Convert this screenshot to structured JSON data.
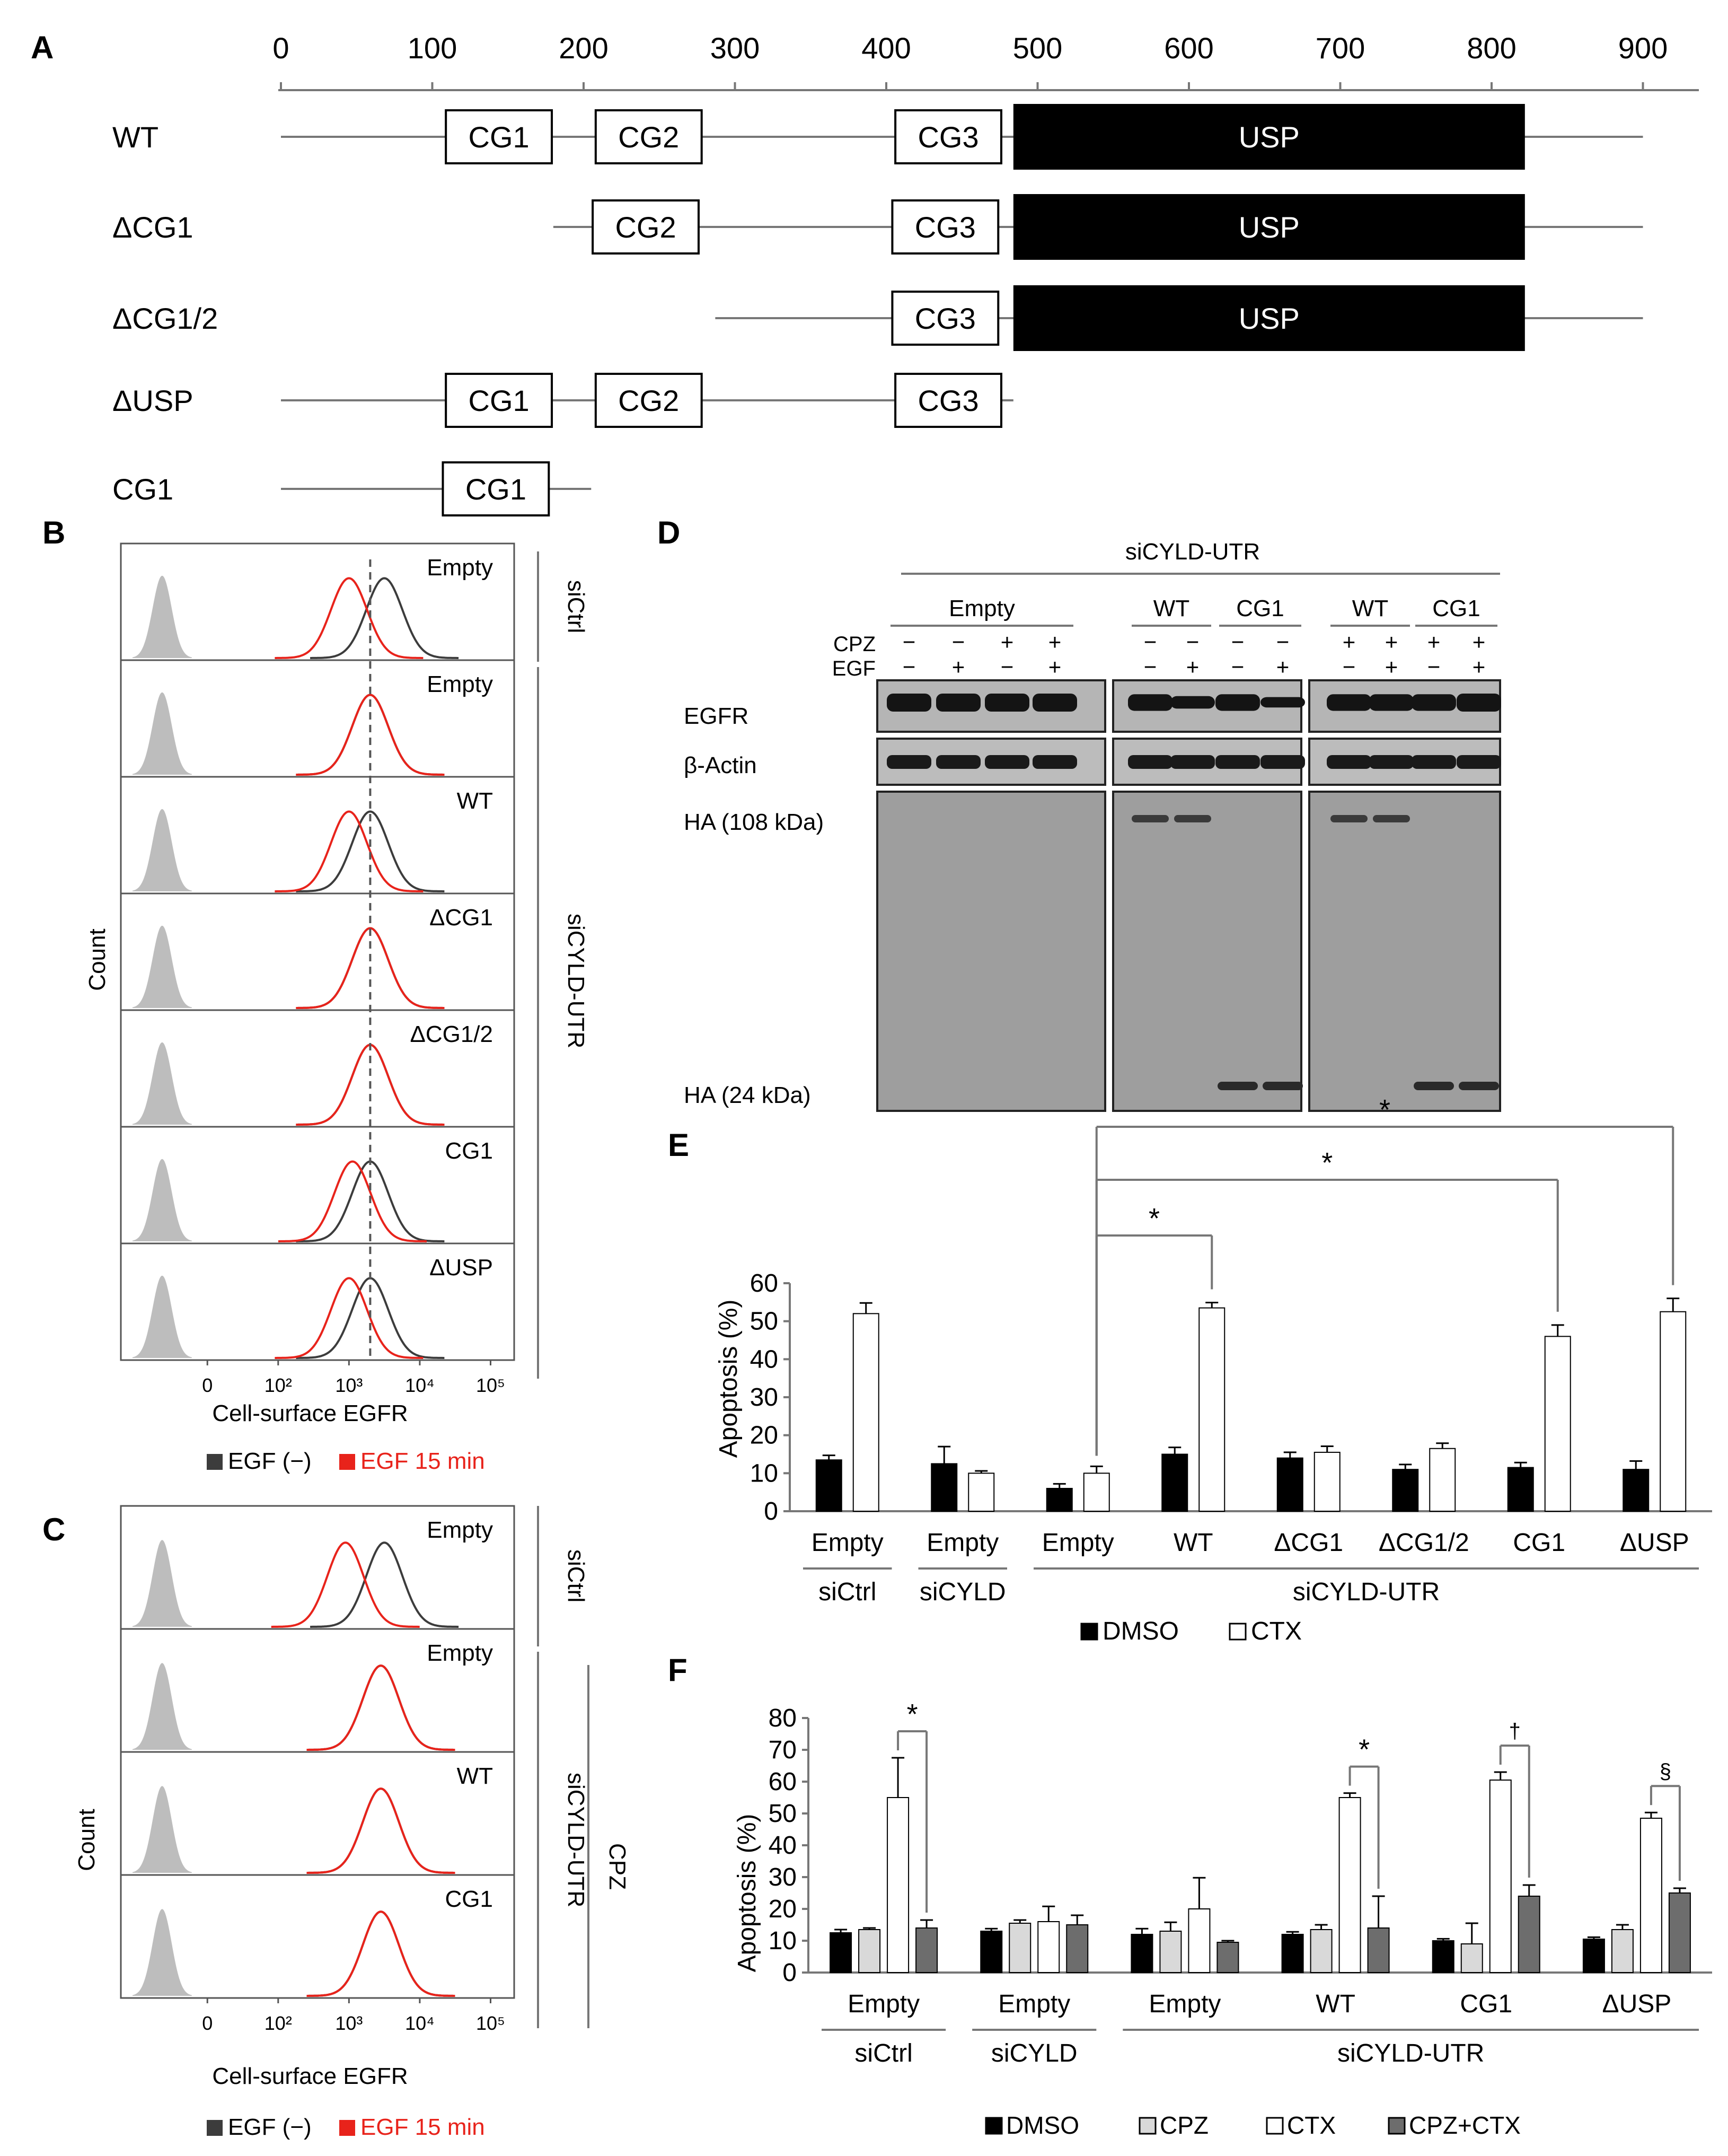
{
  "panelA": {
    "label": "A",
    "axis": {
      "ticks": [
        "0",
        "100",
        "200",
        "300",
        "400",
        "500",
        "600",
        "700",
        "800",
        "900"
      ]
    },
    "constructs": [
      {
        "name": "WT",
        "line": [
          0,
          900
        ],
        "boxes": [
          {
            "label": "CG1",
            "start": 109,
            "end": 179
          },
          {
            "label": "CG2",
            "start": 208,
            "end": 278
          },
          {
            "label": "CG3",
            "start": 406,
            "end": 476
          },
          {
            "label": "USP",
            "start": 484,
            "end": 822,
            "filled": true
          }
        ]
      },
      {
        "name": "ΔCG1",
        "line": [
          180,
          900
        ],
        "boxes": [
          {
            "label": "CG2",
            "start": 206,
            "end": 276
          },
          {
            "label": "CG3",
            "start": 404,
            "end": 474
          },
          {
            "label": "USP",
            "start": 484,
            "end": 822,
            "filled": true
          }
        ]
      },
      {
        "name": "ΔCG1/2",
        "line": [
          287,
          900
        ],
        "boxes": [
          {
            "label": "CG3",
            "start": 404,
            "end": 474
          },
          {
            "label": "USP",
            "start": 484,
            "end": 822,
            "filled": true
          }
        ]
      },
      {
        "name": "ΔUSP",
        "line": [
          0,
          484
        ],
        "boxes": [
          {
            "label": "CG1",
            "start": 109,
            "end": 179
          },
          {
            "label": "CG2",
            "start": 208,
            "end": 278
          },
          {
            "label": "CG3",
            "start": 406,
            "end": 476
          }
        ]
      },
      {
        "name": "CG1",
        "line": [
          0,
          205
        ],
        "boxes": [
          {
            "label": "CG1",
            "start": 107,
            "end": 177
          }
        ]
      }
    ]
  },
  "panelB": {
    "label": "B",
    "ylabel": "Count",
    "xlabel": "Cell-surface EGFR",
    "xticks": [
      "0",
      "10²",
      "10³",
      "10⁴",
      "10⁵"
    ],
    "group_siCtrl": "siCtrl",
    "group_siCYLD": "siCYLD-UTR",
    "rows": [
      {
        "label": "Empty",
        "ctrl_peak": 3.5,
        "egf_peak": 3.0
      },
      {
        "label": "Empty",
        "ctrl_peak": 3.3,
        "egf_peak": 3.3
      },
      {
        "label": "WT",
        "ctrl_peak": 3.3,
        "egf_peak": 3.0
      },
      {
        "label": "ΔCG1",
        "ctrl_peak": 3.3,
        "egf_peak": 3.3
      },
      {
        "label": "ΔCG1/2",
        "ctrl_peak": 3.3,
        "egf_peak": 3.3
      },
      {
        "label": "CG1",
        "ctrl_peak": 3.3,
        "egf_peak": 3.05
      },
      {
        "label": "ΔUSP",
        "ctrl_peak": 3.3,
        "egf_peak": 3.0
      }
    ],
    "legend": {
      "ctrl": "EGF (−)",
      "egf": "EGF 15 min"
    }
  },
  "panelC": {
    "label": "C",
    "ylabel": "Count",
    "xlabel": "Cell-surface EGFR",
    "xticks": [
      "0",
      "10²",
      "10³",
      "10⁴",
      "10⁵"
    ],
    "group_siCtrl": "siCtrl",
    "group_siCYLD": "siCYLD-UTR",
    "group_cpz": "CPZ",
    "rows": [
      {
        "label": "Empty",
        "ctrl_peak": 3.5,
        "egf_peak": 2.95
      },
      {
        "label": "Empty",
        "ctrl_peak": 3.45,
        "egf_peak": 3.45
      },
      {
        "label": "WT",
        "ctrl_peak": 3.45,
        "egf_peak": 3.45
      },
      {
        "label": "CG1",
        "ctrl_peak": 3.45,
        "egf_peak": 3.45
      }
    ],
    "legend": {
      "ctrl": "EGF (−)",
      "egf": "EGF 15 min"
    }
  },
  "panelD": {
    "label": "D",
    "top_group": "siCYLD-UTR",
    "groups": [
      "Empty",
      "WT",
      "CG1",
      "WT",
      "CG1"
    ],
    "rows": {
      "cpz": "CPZ",
      "egf": "EGF"
    },
    "cpz_signs": [
      "−",
      "−",
      "+",
      "+",
      "−",
      "−",
      "−",
      "−",
      "+",
      "+",
      "+",
      "+"
    ],
    "egf_signs": [
      "−",
      "+",
      "−",
      "+",
      "−",
      "+",
      "−",
      "+",
      "−",
      "+",
      "−",
      "+"
    ],
    "bands": [
      "EGFR",
      "β-Actin"
    ],
    "ha_labels": [
      "HA (108 kDa)",
      "HA (24 kDa)"
    ]
  },
  "panelE": {
    "label": "E",
    "chart_data": {
      "type": "bar",
      "ylabel": "Apoptosis (%)",
      "ylim": [
        0,
        60
      ],
      "yticks": [
        "0",
        "10",
        "20",
        "30",
        "40",
        "50",
        "60"
      ],
      "categories": [
        "Empty",
        "Empty",
        "Empty",
        "WT",
        "ΔCG1",
        "ΔCG1/2",
        "CG1",
        "ΔUSP"
      ],
      "groups": [
        {
          "label": "siCtrl",
          "span": [
            0,
            0
          ]
        },
        {
          "label": "siCYLD",
          "span": [
            1,
            1
          ]
        },
        {
          "label": "siCYLD-UTR",
          "span": [
            2,
            7
          ]
        }
      ],
      "series": [
        {
          "name": "DMSO",
          "color": "#000000",
          "values": [
            13.5,
            12.5,
            6,
            15,
            14,
            11,
            11.5,
            11
          ],
          "errors": [
            1.2,
            4.5,
            1.2,
            1.8,
            1.5,
            1.3,
            1.3,
            2.2
          ]
        },
        {
          "name": "CTX",
          "color": "#ffffff",
          "values": [
            52,
            10,
            10,
            53.5,
            15.5,
            16.5,
            46,
            52.5
          ],
          "errors": [
            2.8,
            0.6,
            1.8,
            1.4,
            1.6,
            1.4,
            3,
            3.5
          ]
        }
      ],
      "significance": [
        {
          "label": "*",
          "from": 2,
          "to": 3
        },
        {
          "label": "*",
          "from": 2,
          "to": 6
        },
        {
          "label": "*",
          "from": 2,
          "to": 7
        }
      ]
    }
  },
  "panelF": {
    "label": "F",
    "chart_data": {
      "type": "bar",
      "ylabel": "Apoptosis (%)",
      "ylim": [
        0,
        80
      ],
      "yticks": [
        "0",
        "10",
        "20",
        "30",
        "40",
        "50",
        "60",
        "70",
        "80"
      ],
      "categories": [
        "Empty",
        "Empty",
        "Empty",
        "WT",
        "CG1",
        "ΔUSP"
      ],
      "groups": [
        {
          "label": "siCtrl",
          "span": [
            0,
            0
          ]
        },
        {
          "label": "siCYLD",
          "span": [
            1,
            1
          ]
        },
        {
          "label": "siCYLD-UTR",
          "span": [
            2,
            5
          ]
        }
      ],
      "series": [
        {
          "name": "DMSO",
          "color": "#000000",
          "values": [
            12.5,
            13,
            12,
            12,
            10,
            10.5
          ],
          "errors": [
            1,
            0.8,
            1.8,
            0.8,
            0.6,
            0.6
          ]
        },
        {
          "name": "CPZ",
          "color": "#d9d9d9",
          "values": [
            13.5,
            15.5,
            13,
            13.5,
            9,
            13.5
          ],
          "errors": [
            0.5,
            1,
            2.8,
            1.5,
            6.5,
            1.5
          ]
        },
        {
          "name": "CTX",
          "color": "#ffffff",
          "values": [
            55,
            16,
            20,
            55,
            60.5,
            48.5
          ],
          "errors": [
            12.5,
            4.8,
            9.8,
            1.4,
            2.5,
            1.8
          ]
        },
        {
          "name": "CPZ+CTX",
          "color": "#6d6d6d",
          "values": [
            14,
            15,
            9.5,
            14,
            24,
            25
          ],
          "errors": [
            2.5,
            3,
            0.5,
            10,
            3.5,
            1.5
          ]
        }
      ],
      "significance": [
        {
          "label": "*",
          "cat": 0
        },
        {
          "label": "*",
          "cat": 3
        },
        {
          "label": "†",
          "cat": 4
        },
        {
          "label": "§",
          "cat": 5
        }
      ]
    }
  }
}
